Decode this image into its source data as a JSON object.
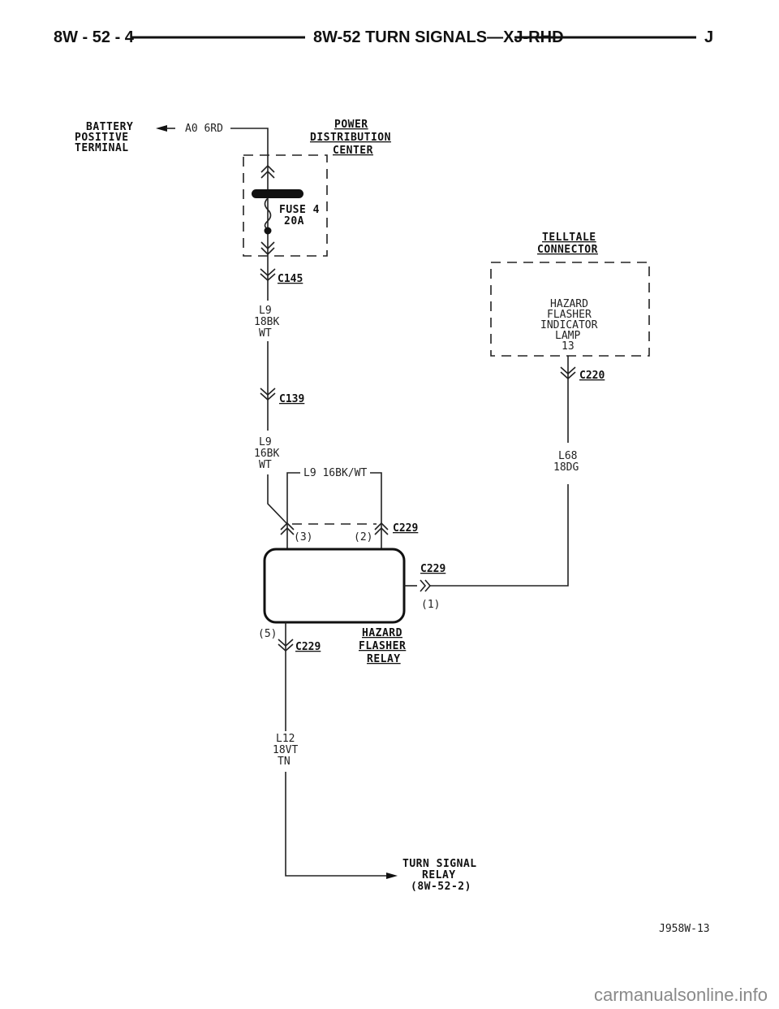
{
  "header": {
    "page_number": "8W - 52 - 4",
    "title": "8W-52 TURN SIGNALS—XJ-RHD",
    "section_letter": "J"
  },
  "battery": {
    "label_lines": [
      "BATTERY",
      "POSITIVE",
      "TERMINAL"
    ],
    "wire": "A0 6RD"
  },
  "pdc": {
    "title_lines": [
      "POWER",
      "DISTRIBUTION",
      "CENTER"
    ],
    "fuse_lines": [
      "FUSE 4",
      "20A"
    ]
  },
  "connectors": {
    "c145": "C145",
    "c139": "C139",
    "c220": "C220",
    "c229": "C229"
  },
  "wires": {
    "l9_18": [
      "L9",
      "18BK",
      "WT"
    ],
    "l9_16": [
      "L9",
      "16BK",
      "WT"
    ],
    "l9_splice": "L9 16BK/WT",
    "l68": [
      "L68",
      "18DG"
    ],
    "l12": [
      "L12",
      "18VT",
      "TN"
    ]
  },
  "telltale": {
    "title_lines": [
      "TELLTALE",
      "CONNECTOR"
    ],
    "lamp_lines": [
      "HAZARD",
      "FLASHER",
      "INDICATOR",
      "LAMP",
      "13"
    ]
  },
  "relay": {
    "title_lines": [
      "HAZARD",
      "FLASHER",
      "RELAY"
    ],
    "pins": {
      "p1": "(1)",
      "p2": "(2)",
      "p3": "(3)",
      "p5": "(5)"
    }
  },
  "destination": {
    "lines": [
      "TURN SIGNAL",
      "RELAY",
      "(8W-52-2)"
    ]
  },
  "figure_id": "J958W-13",
  "watermark": "carmanualsonline.info"
}
